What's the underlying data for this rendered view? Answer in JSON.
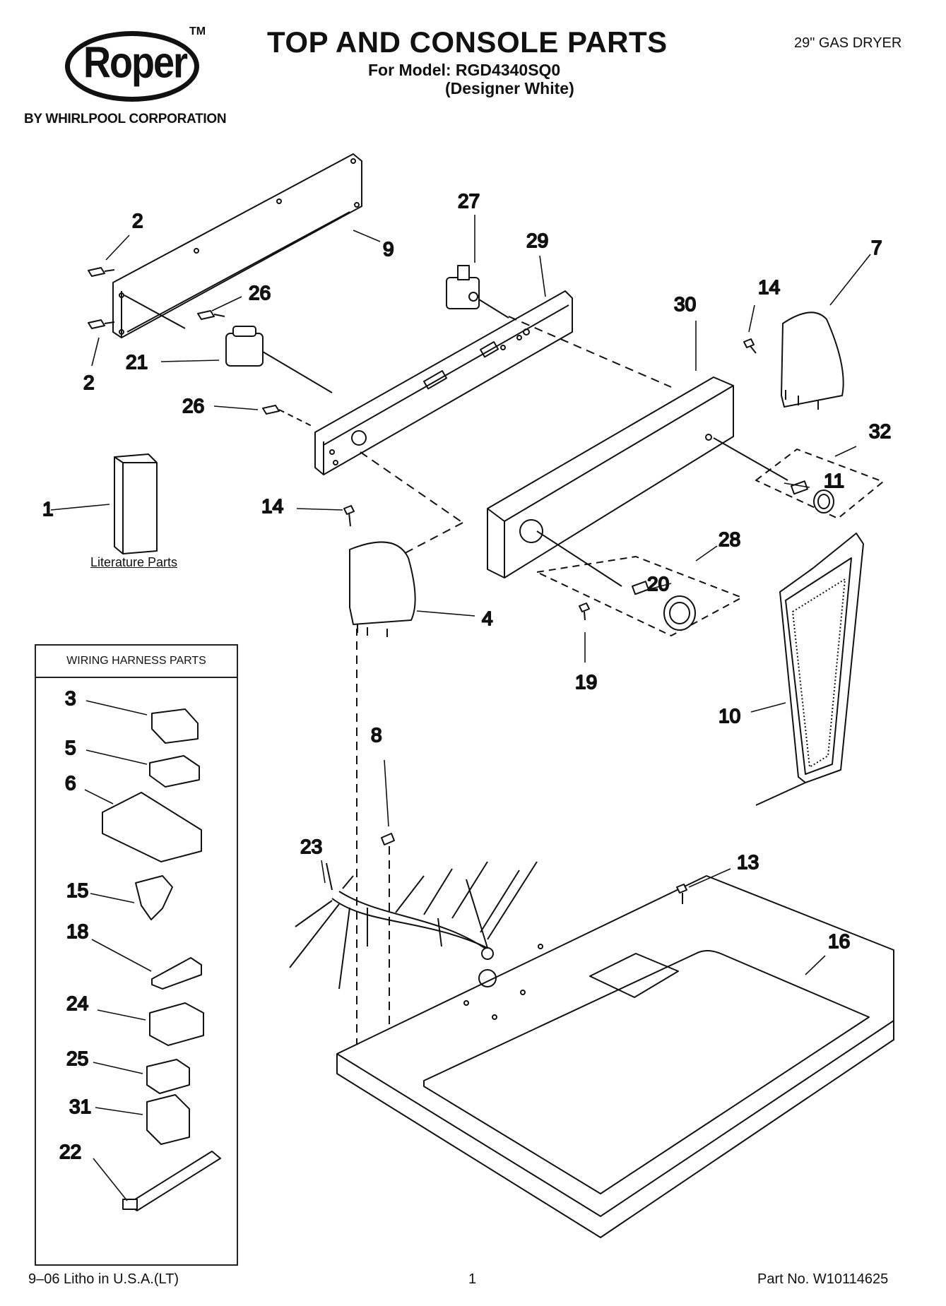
{
  "header": {
    "brand": "Roper",
    "trademark": "TM",
    "brand_sub": "BY WHIRLPOOL CORPORATION",
    "title": "TOP AND CONSOLE PARTS",
    "model_line": "For Model: RGD4340SQ0",
    "model_sub": "(Designer White)",
    "product_type": "29\" GAS DRYER"
  },
  "labels": {
    "literature": "Literature Parts",
    "wiring_harness": "WIRING HARNESS PARTS"
  },
  "callouts": {
    "c1": "1",
    "c2a": "2",
    "c2b": "2",
    "c3": "3",
    "c4": "4",
    "c5": "5",
    "c6": "6",
    "c7": "7",
    "c8": "8",
    "c9": "9",
    "c10": "10",
    "c11": "11",
    "c13": "13",
    "c14a": "14",
    "c14b": "14",
    "c15": "15",
    "c16": "16",
    "c18": "18",
    "c19": "19",
    "c20": "20",
    "c21": "21",
    "c22": "22",
    "c23": "23",
    "c24": "24",
    "c25": "25",
    "c26a": "26",
    "c26b": "26",
    "c27": "27",
    "c28": "28",
    "c29": "29",
    "c30": "30",
    "c31": "31",
    "c32": "32"
  },
  "footer": {
    "litho": "9–06 Litho in U.S.A.(LT)",
    "page": "1",
    "part_no": "Part No. W10114625"
  }
}
